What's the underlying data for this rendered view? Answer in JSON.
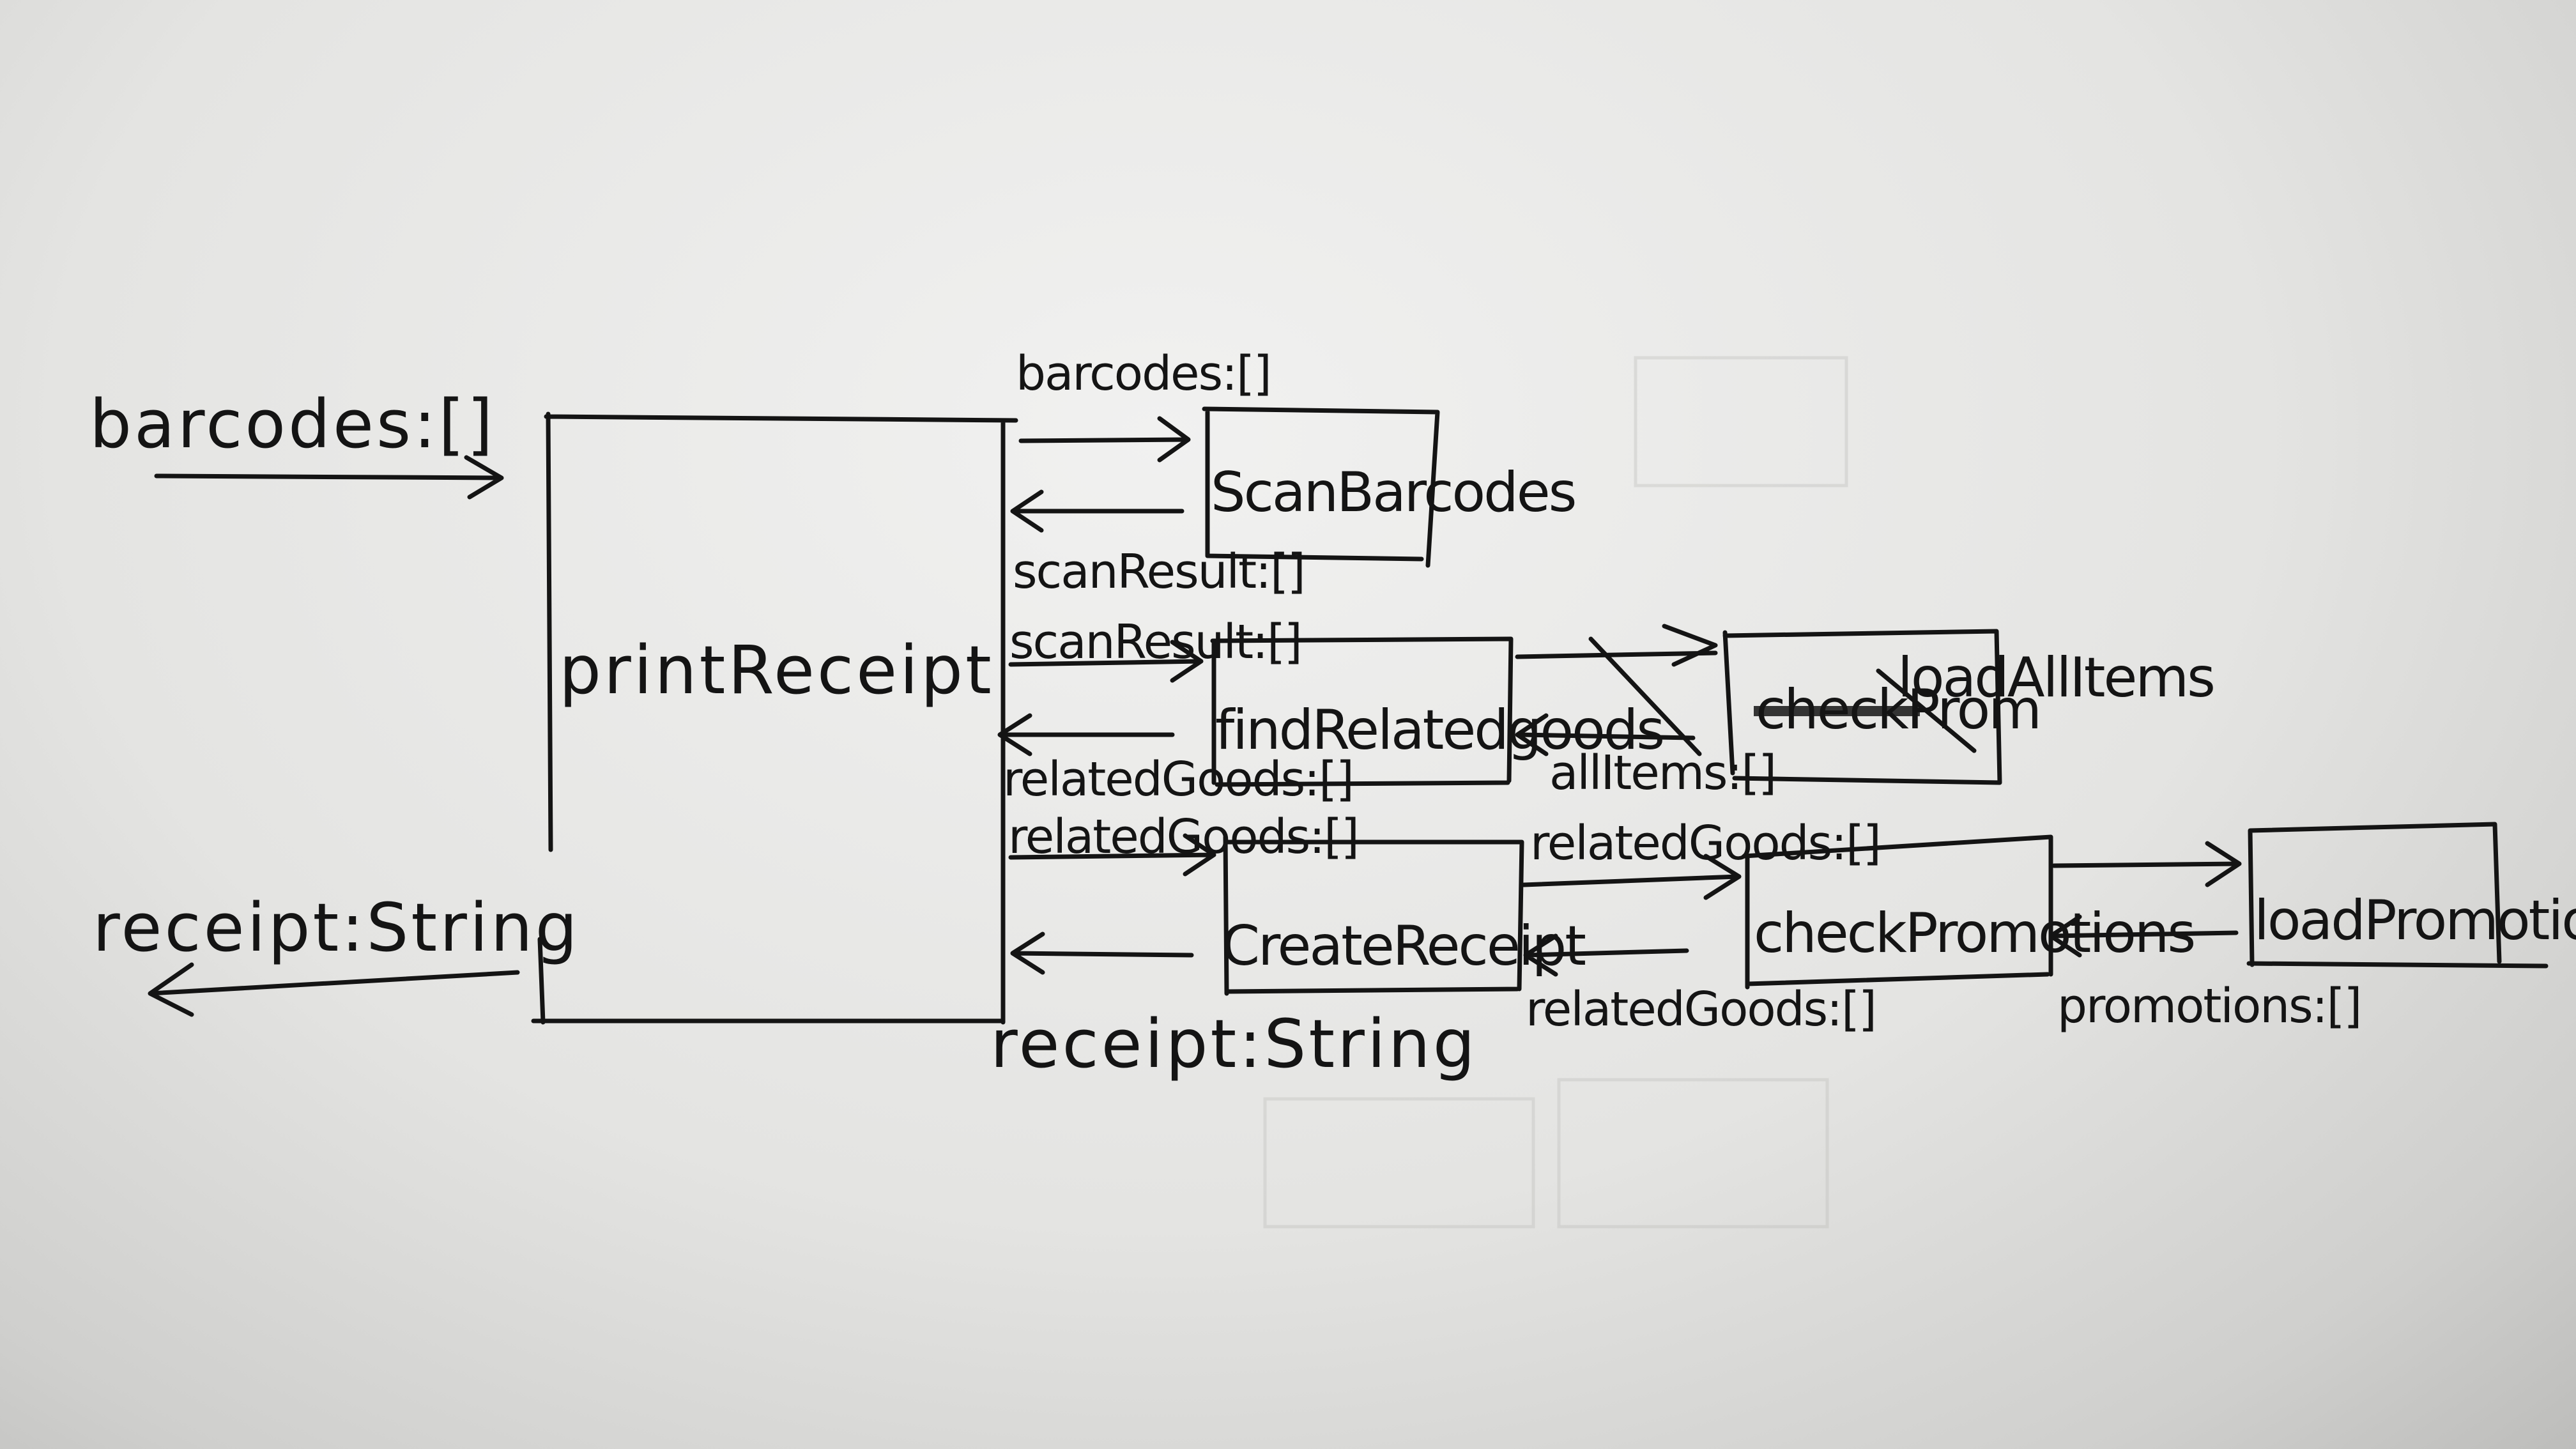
{
  "diagram": {
    "left_input": "barcodes:[]",
    "left_output": "receipt:String",
    "main_box": "printReceipt",
    "functions": {
      "scan": "ScanBarcodes",
      "find": "findRelatedgoods",
      "load_items": "loadAllItems",
      "load_items_struck": "checkProm",
      "create": "CreateReceipt",
      "check": "checkPromotions",
      "load_promos": "loadPromotions"
    },
    "labels": {
      "scan_in": "barcodes:[]",
      "scan_out": "scanResult:[]",
      "find_in": "scanResult:[]",
      "find_out": "relatedGoods:[]",
      "create_in": "relatedGoods:[]",
      "create_out": "receipt:String",
      "all_items": "allItems:[]",
      "check_in": "relatedGoods:[]",
      "check_out": "relatedGoods:[]",
      "promotions": "promotions:[]"
    }
  }
}
